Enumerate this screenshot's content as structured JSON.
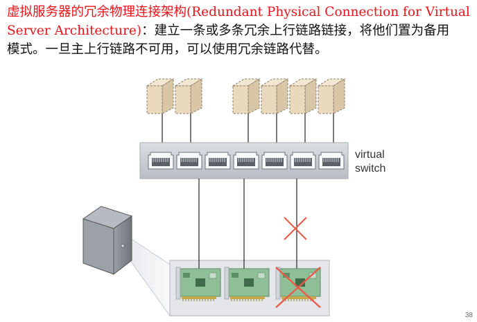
{
  "slide": {
    "title_red": "虚拟服务器的冗余物理连接架构(Redundant Physical Connection for Virtual",
    "title_red_line2": "Server Architecture)",
    "desc_line1_rest": "：建立一条或多条冗余上行链路链接，将他们置为备用",
    "desc_line2": "模式。一旦主上行链路不可用，可以使用冗余链路代替。",
    "page_number": "38"
  },
  "diagram": {
    "switch_label_line1": "virtual",
    "switch_label_line2": "switch",
    "colors": {
      "switch_fill": "#c9ccd1",
      "vm_fill": "#ead9bd",
      "server_fill": "#8a8f96",
      "nic_fill": "#8fbf96",
      "cross": "#e85a4a"
    }
  }
}
